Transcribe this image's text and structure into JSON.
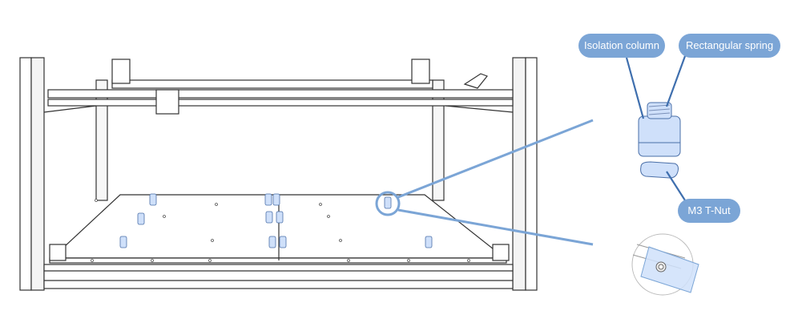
{
  "labels": {
    "isolation_column": "Isolation column",
    "rectangular_spring": "Rectangular spring",
    "t_nut": "M3 T-Nut"
  },
  "colors": {
    "accent": "#7ba5d6",
    "leader": "#3f6fae",
    "part_fill": "#cfe0fa",
    "outline": "#333333"
  }
}
